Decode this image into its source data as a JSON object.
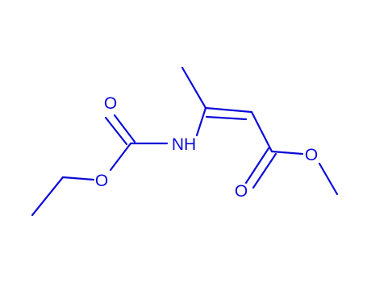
{
  "molecule": {
    "bond_color": "#0b0bd9",
    "atoms": {
      "carbamate_carbonyl_oxygen": "O",
      "amide_nitrogen": "NH",
      "ethoxy_oxygen": "O",
      "ester_carbonyl_oxygen": "O",
      "methoxy_oxygen": "O"
    }
  }
}
